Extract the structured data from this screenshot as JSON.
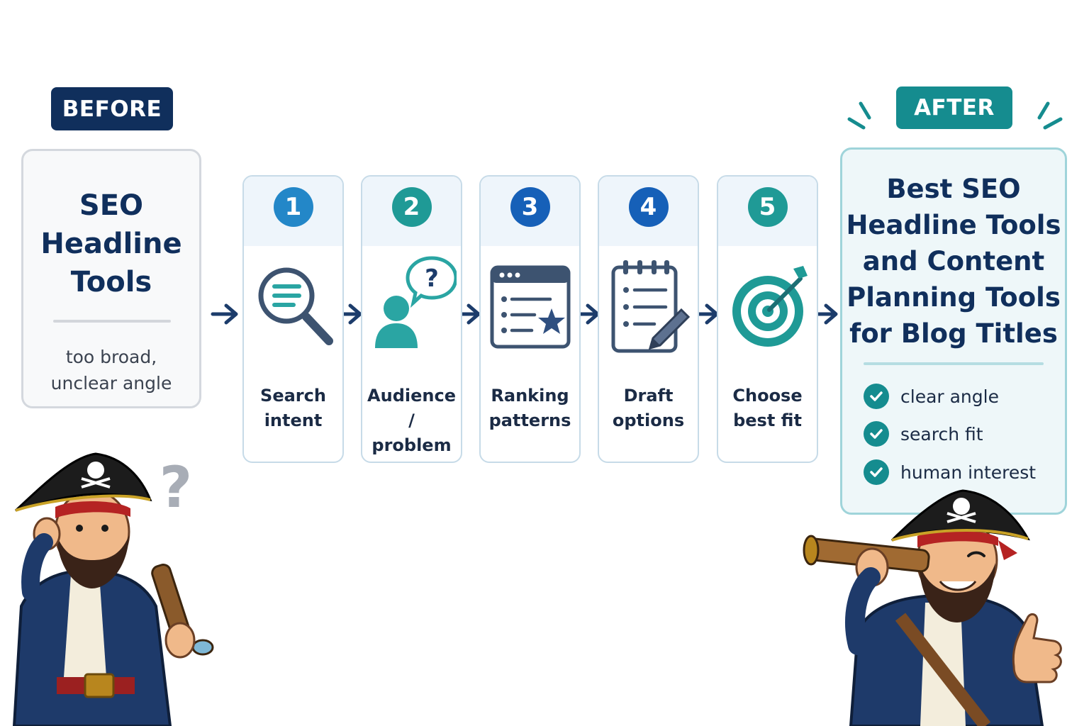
{
  "before": {
    "tag": "BEFORE",
    "title_lines": [
      "SEO",
      "Headline",
      "Tools"
    ],
    "note_lines": [
      "too broad,",
      "unclear angle"
    ]
  },
  "steps": [
    {
      "number": "1",
      "label_lines": [
        "Search",
        "intent"
      ],
      "color": "#2387c8",
      "icon": "magnifier-icon"
    },
    {
      "number": "2",
      "label_lines": [
        "Audience /",
        "problem"
      ],
      "color": "#1f9a96",
      "icon": "audience-question-icon"
    },
    {
      "number": "3",
      "label_lines": [
        "Ranking",
        "patterns"
      ],
      "color": "#1660b8",
      "icon": "ranking-list-icon"
    },
    {
      "number": "4",
      "label_lines": [
        "Draft",
        "options"
      ],
      "color": "#1660b8",
      "icon": "notepad-pencil-icon"
    },
    {
      "number": "5",
      "label_lines": [
        "Choose",
        "best fit"
      ],
      "color": "#1f9a96",
      "icon": "target-icon"
    }
  ],
  "after": {
    "tag": "AFTER",
    "title_lines": [
      "Best SEO",
      "Headline Tools",
      "and Content",
      "Planning Tools",
      "for Blog Titles"
    ],
    "checks": [
      "clear angle",
      "search fit",
      "human interest"
    ]
  },
  "colors": {
    "navy": "#102f5c",
    "teal": "#158c8f",
    "arrow": "#1c3c6b"
  }
}
